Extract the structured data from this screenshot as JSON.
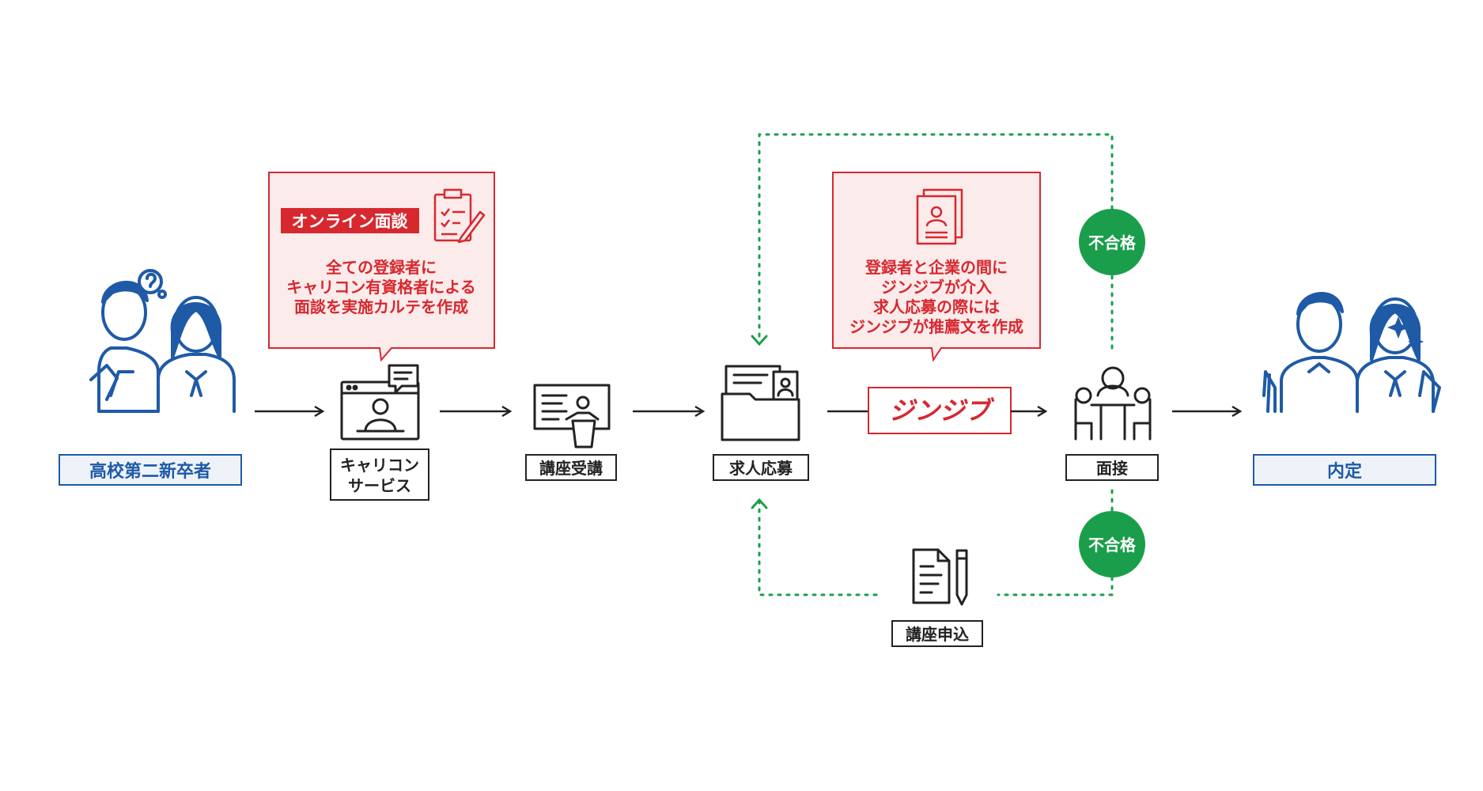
{
  "start": {
    "label": "高校第二新卒者"
  },
  "steps": {
    "career": {
      "line1": "キャリコン",
      "line2": "サービス"
    },
    "lecture": {
      "label": "講座受講"
    },
    "apply": {
      "label": "求人応募"
    },
    "interview": {
      "label": "面接"
    },
    "course_apply": {
      "label": "講座申込"
    }
  },
  "goal": {
    "label": "内定"
  },
  "callout_online": {
    "tag": "オンライン面談",
    "lines": [
      "全ての登録者に",
      "キャリコン有資格者による",
      "面談を実施カルテを作成"
    ]
  },
  "callout_jinjib": {
    "lines": [
      "登録者と企業の間に",
      "ジンジブが介入",
      "求人応募の際には",
      "ジンジブが推薦文を作成"
    ]
  },
  "brand": {
    "label": "ジンジブ"
  },
  "fail_badges": {
    "top": "不合格",
    "bottom": "不合格"
  },
  "colors": {
    "red": "#d7282f",
    "green": "#1b9e4b",
    "blue": "#1f5aa6",
    "dark": "#222222"
  }
}
